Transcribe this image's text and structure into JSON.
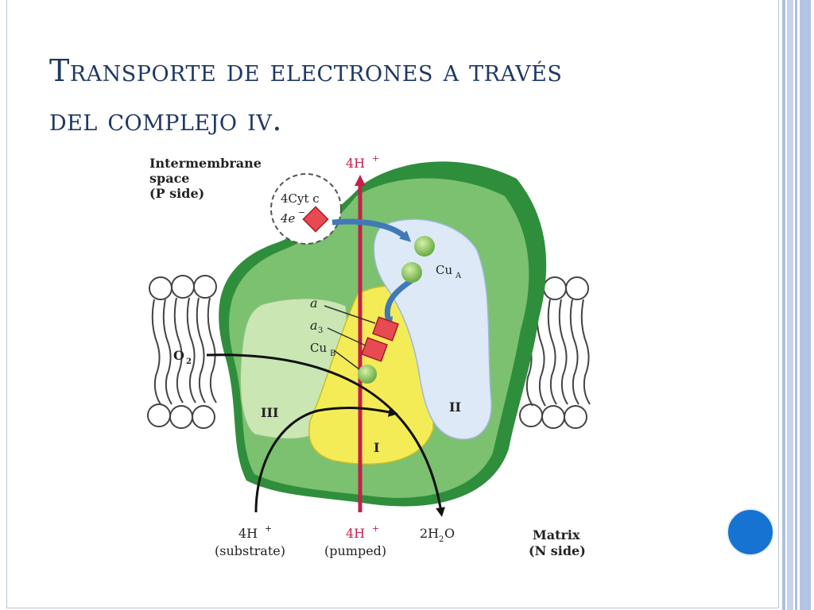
{
  "slide": {
    "title_line1": "Transporte de electrones a través",
    "title_line2": "del complejo iv."
  },
  "diagram": {
    "intermembrane_l1": "Intermembrane",
    "intermembrane_l2": "space",
    "intermembrane_l3": "(P side)",
    "h_top": "4H",
    "cytc": "4Cyt c",
    "electrons": "4e",
    "cua": "Cu",
    "cua_sub": "A",
    "a": "a",
    "a3": "a",
    "a3_sub": "3",
    "cub": "Cu",
    "cub_sub": "B",
    "o2": "O",
    "o2_sub": "2",
    "sub_iii": "III",
    "sub_ii": "II",
    "sub_i": "I",
    "h_substrate": "4H",
    "substrate": "(substrate)",
    "h_pumped": "4H",
    "pumped": "(pumped)",
    "water": "2H",
    "water_sub": "2",
    "water_o": "O",
    "matrix_l1": "Matrix",
    "matrix_l2": "(N side)",
    "plus": "+",
    "minus": "−"
  },
  "colors": {
    "title": "#1f3864",
    "accent_dot": "#1673d2",
    "proton": "#c4204c",
    "green_dark": "#3c9c46",
    "green_mid": "#79bf6c",
    "yellow": "#f3ec5a",
    "subunit_ii": "#dde9f6"
  }
}
